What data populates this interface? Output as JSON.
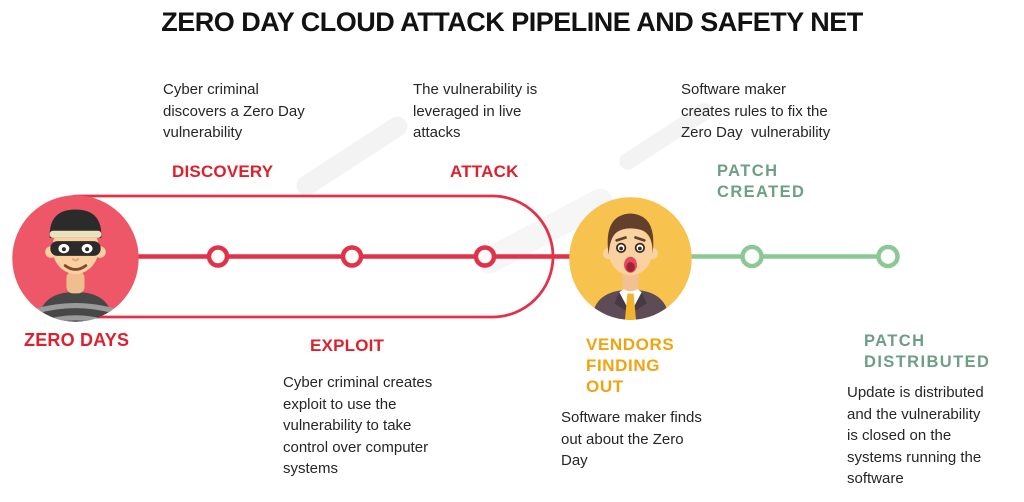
{
  "title": "ZERO DAY CLOUD ATTACK PIPELINE AND SAFETY NET",
  "colors": {
    "attack_red": "#e01f2d",
    "line_red": "#e23249",
    "line_green": "#8cc894",
    "patch_green": "#6d9f86",
    "vendor_orange": "#f2a30f",
    "avatar_pink": "#ee5767",
    "avatar_yellow": "#f7c24d",
    "body_text": "#262626"
  },
  "stages": {
    "zero_days": {
      "label": "ZERO DAYS"
    },
    "discovery": {
      "label": "DISCOVERY",
      "note": "Cyber criminal\ndiscovers a Zero Day\nvulnerability"
    },
    "exploit": {
      "label": "EXPLOIT",
      "note": "Cyber criminal creates\nexploit to use the\nvulnerability to take\ncontrol over computer\nsystems"
    },
    "attack": {
      "label": "ATTACK",
      "note": "The vulnerability is\nleveraged in live\nattacks"
    },
    "vendors_finding_out": {
      "label": "VENDORS\nFINDING\nOUT",
      "note": "Software maker finds\nout about the Zero\nDay"
    },
    "patch_created": {
      "label": "PATCH\nCREATED",
      "note": "Software maker\ncreates rules to fix the\nZero Day  vulnerability"
    },
    "patch_distributed": {
      "label": "PATCH\nDISTRIBUTED",
      "note": "Update is distributed\nand the vulnerability\nis closed on the\nsystems running the\nsoftware"
    }
  },
  "icons": {
    "criminal_avatar": "burglar-face",
    "vendor_avatar": "shocked-man-face"
  }
}
